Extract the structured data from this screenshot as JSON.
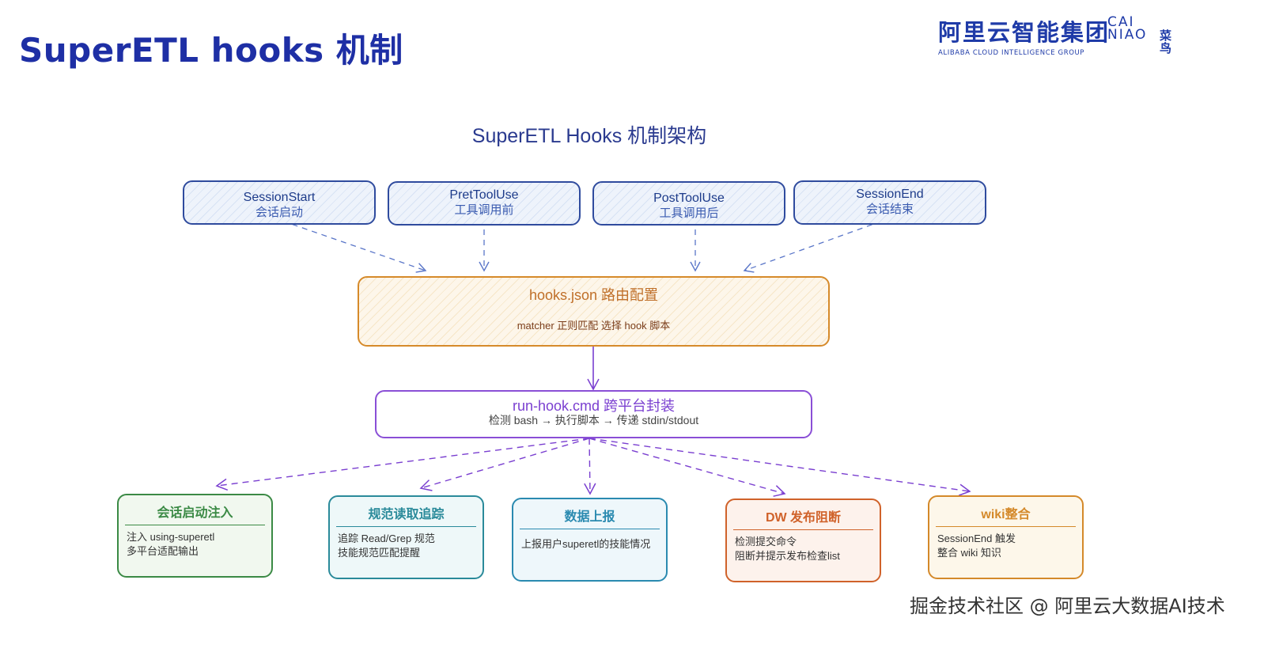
{
  "slide": {
    "title": "SuperETL hooks 机制",
    "watermark": "掘金技术社区 @ 阿里云大数据AI技术"
  },
  "logos": {
    "alibaba_cn": "阿里云智能集团",
    "alibaba_en": "ALIBABA CLOUD INTELLIGENCE GROUP",
    "cainiao_top": "CAI",
    "cainiao_bottom": "NIAO",
    "cainiao_cn": "菜鸟"
  },
  "diagram": {
    "title": "SuperETL Hooks 机制架构",
    "events": [
      {
        "name": "SessionStart",
        "sub": "会话启动"
      },
      {
        "name": "PretToolUse",
        "sub": "工具调用前"
      },
      {
        "name": "PostToolUse",
        "sub": "工具调用后"
      },
      {
        "name": "SessionEnd",
        "sub": "会话结束"
      }
    ],
    "router": {
      "title": "hooks.json 路由配置",
      "desc": "matcher 正则匹配 选择 hook 脚本"
    },
    "runner": {
      "title": "run-hook.cmd 跨平台封装",
      "desc": "检测 bash → 执行脚本 → 传递 stdin/stdout"
    },
    "outcomes": [
      {
        "title": "会话启动注入",
        "lines": [
          "注入 using-superetl",
          "多平台适配输出"
        ],
        "color": "#3b8a45",
        "bg": "#f1f8ef"
      },
      {
        "title": "规范读取追踪",
        "lines": [
          "追踪 Read/Grep 规范",
          "技能规范匹配提醒"
        ],
        "color": "#2a8a9a",
        "bg": "#eef8f9"
      },
      {
        "title": "数据上报",
        "lines": [
          "上报用户superetl的技能情况"
        ],
        "color": "#2a8ab0",
        "bg": "#eef7fb"
      },
      {
        "title": "DW 发布阻断",
        "lines": [
          "检测提交命令",
          "阻断并提示发布检查list"
        ],
        "color": "#d0622a",
        "bg": "#fdf2ec"
      },
      {
        "title": "wiki整合",
        "lines": [
          "SessionEnd 触发",
          "整合 wiki 知识"
        ],
        "color": "#d4892a",
        "bg": "#fdf7ea"
      }
    ]
  },
  "colors": {
    "title_blue": "#1e2fa5",
    "event_border": "#2f4b9e",
    "router_border": "#d68a2a",
    "runner_border": "#8a4fd6"
  }
}
